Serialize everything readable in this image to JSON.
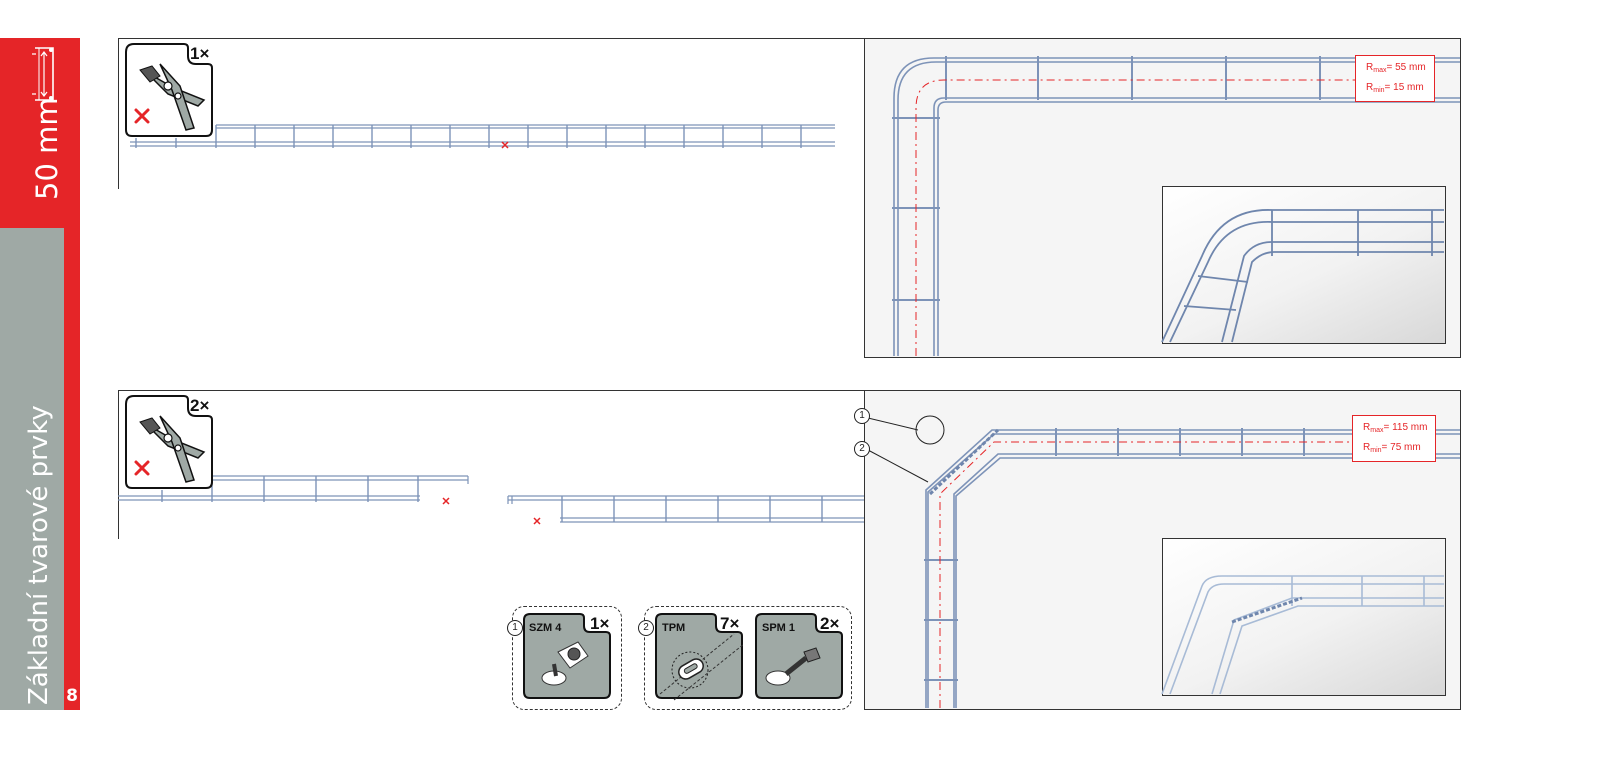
{
  "sidebar": {
    "size_label": "50 mm",
    "section_title": "Základní tvarové prvky",
    "page_number": "8"
  },
  "colors": {
    "accent": "#e52528",
    "band_grey": "#9fa9a5",
    "wire": "#7d93b8"
  },
  "step1": {
    "quantity": "1×",
    "radius_max_prefix": "R",
    "radius_max_sub": "max",
    "radius_max_value": "= 55 mm",
    "radius_min_prefix": "R",
    "radius_min_sub": "min",
    "radius_min_value": "= 15 mm"
  },
  "step2": {
    "quantity": "2×",
    "radius_max_prefix": "R",
    "radius_max_sub": "max",
    "radius_max_value": "= 115 mm",
    "radius_min_prefix": "R",
    "radius_min_sub": "min",
    "radius_min_value": "= 75 mm",
    "callout_1": "1",
    "callout_2": "2",
    "parts": [
      {
        "callout": "1",
        "name": "SZM 4",
        "qty": "1×"
      },
      {
        "callout": "2",
        "name": "TPM",
        "qty": "7×"
      },
      {
        "callout": "",
        "name": "SPM 1",
        "qty": "2×"
      }
    ]
  },
  "icons": [
    "bolt-cutter-icon",
    "cross-mark-icon",
    "tray-width-icon",
    "clamp-part-icon",
    "plate-part-icon",
    "bolt-part-icon"
  ]
}
